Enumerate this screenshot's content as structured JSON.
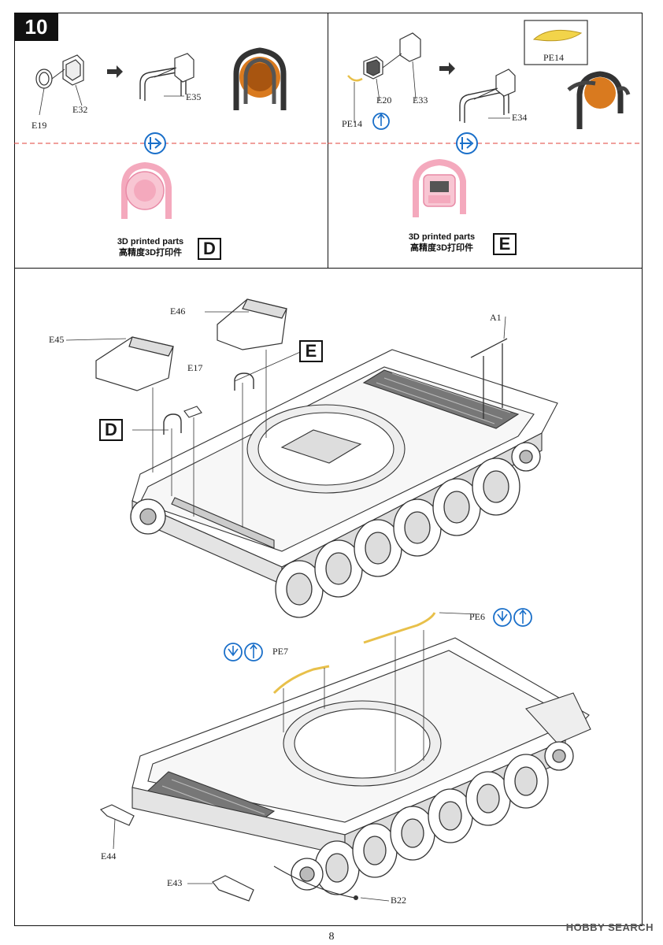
{
  "step": {
    "number": "10"
  },
  "sub_d": {
    "labels": {
      "e19": "E19",
      "e32": "E32",
      "e35": "E35"
    },
    "caption_en": "3D printed parts",
    "caption_cn": "高精度3D打印件",
    "letter": "D"
  },
  "sub_e": {
    "labels": {
      "pe14_left": "PE14",
      "e20": "E20",
      "e33": "E33",
      "e34": "E34",
      "pe14_box": "PE14"
    },
    "caption_en": "3D printed parts",
    "caption_cn": "高精度3D打印件",
    "letter": "E"
  },
  "main": {
    "labels": {
      "e46": "E46",
      "e45": "E45",
      "e17": "E17",
      "a1": "A1",
      "e44": "E44",
      "e43": "E43",
      "b22": "B22",
      "pe6": "PE6",
      "pe7": "PE7"
    },
    "callout_d": "D",
    "callout_e": "E"
  },
  "page": {
    "number": "8"
  },
  "watermark": {
    "text": "HOBBY SEARCH"
  },
  "colors": {
    "pink_part": "#f4a9bd",
    "orange_part": "#d97a1f",
    "brass_part": "#e8c04a",
    "pe_icon_blue": "#1a6fc9",
    "dashed_red": "#e0403a"
  },
  "icons": [
    "arrow-right-icon",
    "view-change-icon",
    "bend-down-icon",
    "bend-up-icon"
  ]
}
